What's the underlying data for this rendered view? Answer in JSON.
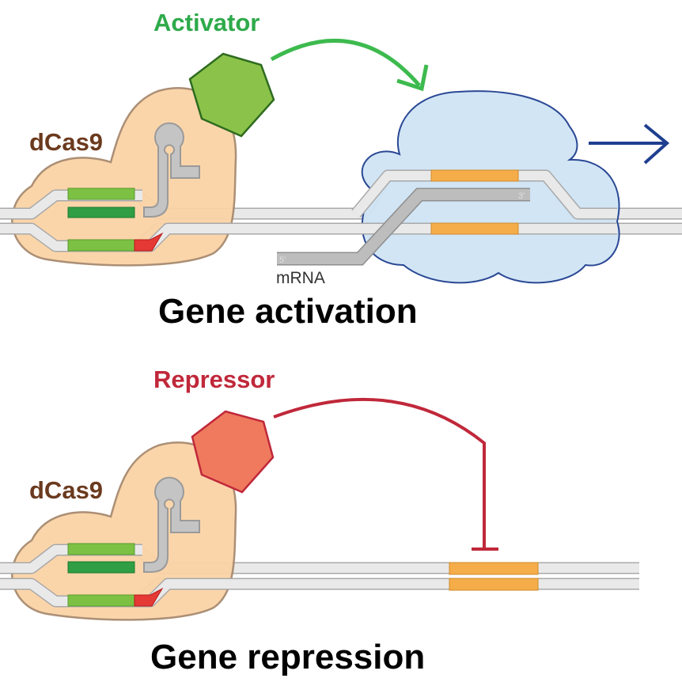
{
  "activation_panel": {
    "effector_label": "Activator",
    "protein_label": "dCas9",
    "mrna_label": "mRNA",
    "mrna_five_prime": "5'",
    "mrna_three_prime": "3'",
    "title": "Gene activation"
  },
  "repression_panel": {
    "effector_label": "Repressor",
    "protein_label": "dCas9",
    "title": "Gene repression"
  },
  "colors": {
    "activator_green": "#8bc34a",
    "activator_text": "#2eaa4a",
    "repressor_red": "#ef7a5e",
    "repressor_text": "#c0283a",
    "dcas9_body": "#fbd3a6",
    "dcas9_text": "#6b3a1e",
    "polymerase_blue": "#cfe4f5",
    "polymerase_outline": "#1f3f8f",
    "gene_orange": "#f5ad4a",
    "guide_green": "#7cc143",
    "guide_dark_green": "#2f9e44",
    "pam_red": "#e53935",
    "rna_gray": "#b8b8b8"
  }
}
